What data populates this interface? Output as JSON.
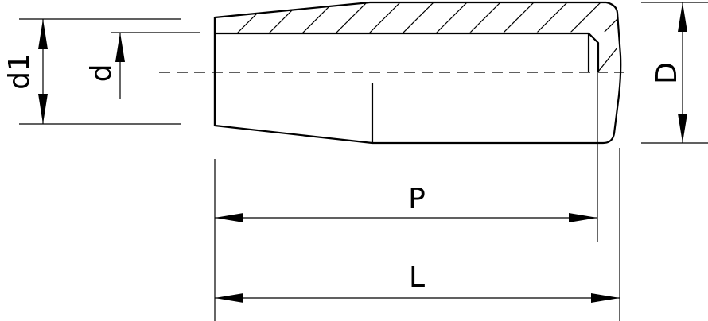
{
  "labels": {
    "d1": "d1",
    "d": "d",
    "D": "D",
    "P": "P",
    "L": "L"
  },
  "colors": {
    "line": "#000000",
    "background": "#ffffff"
  }
}
